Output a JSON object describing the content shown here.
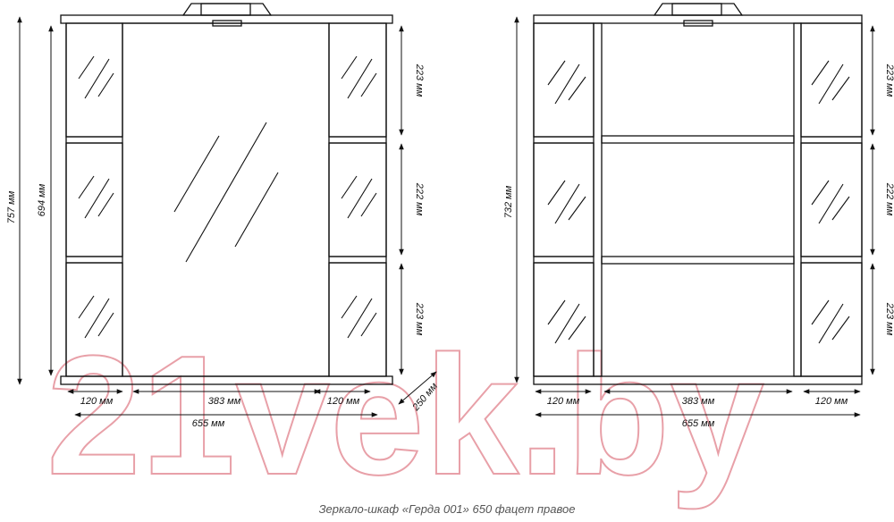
{
  "watermark": {
    "text": "21vek.by",
    "color": "#e8a0a8"
  },
  "caption": "Зеркало-шкаф «Герда 001» 650 фацет правое",
  "colors": {
    "line": "#111111",
    "dim": "#111111"
  },
  "left_drawing": {
    "height_total": "757 мм",
    "height_body": "694 мм",
    "section_top": "223 мм",
    "section_mid": "222 мм",
    "section_bottom": "223 мм",
    "width_left": "120 мм",
    "width_center": "383 мм",
    "width_right": "120 мм",
    "width_total": "655 мм",
    "depth": "250 мм"
  },
  "right_drawing": {
    "height_body": "732 мм",
    "section_top": "223 мм",
    "section_mid": "222 мм",
    "section_bottom": "223 мм",
    "width_left": "120 мм",
    "width_center": "383 мм",
    "width_right": "120 мм",
    "width_total": "655 мм"
  }
}
